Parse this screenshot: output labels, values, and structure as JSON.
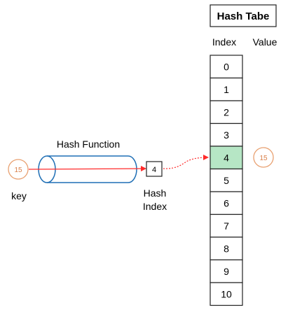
{
  "title": "Hash Tabe",
  "columns": {
    "index": "Index",
    "value": "Value"
  },
  "function_label": "Hash Function",
  "key": {
    "label": "key",
    "value": "15"
  },
  "hash_index": {
    "label_line1": "Hash",
    "label_line2": "Index",
    "value": "4"
  },
  "table": {
    "indices": [
      "0",
      "1",
      "2",
      "3",
      "4",
      "5",
      "6",
      "7",
      "8",
      "9",
      "10"
    ],
    "highlighted_index": 4,
    "stored_value": "15"
  },
  "colors": {
    "circle_stroke": "#e8a070",
    "circle_text": "#d9804a",
    "cylinder_stroke": "#1f6fb5",
    "arrow": "#ff2a2a",
    "highlight_fill": "#b6e6c5",
    "cell_stroke": "#222222"
  }
}
